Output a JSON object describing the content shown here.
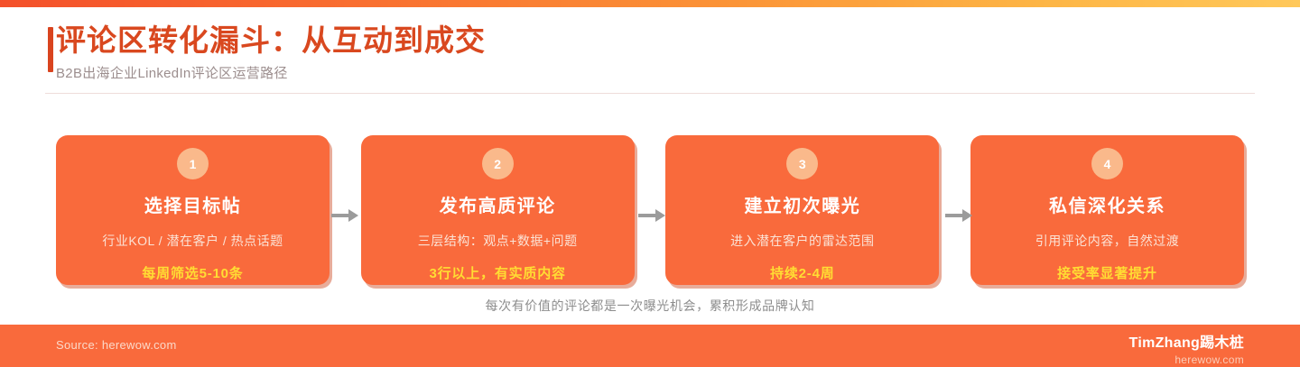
{
  "header": {
    "title": "评论区转化漏斗：从互动到成交",
    "subtitle": "B2B出海企业LinkedIn评论区运营路径",
    "accent_color": "#D9441F"
  },
  "flow": {
    "steps": [
      {
        "number": "1",
        "title": "选择目标帖",
        "description": "行业KOL / 潜在客户 / 热点话题",
        "metric": "每周筛选5-10条"
      },
      {
        "number": "2",
        "title": "发布高质评论",
        "description": "三层结构：观点+数据+问题",
        "metric": "3行以上，有实质内容"
      },
      {
        "number": "3",
        "title": "建立初次曝光",
        "description": "进入潜在客户的雷达范围",
        "metric": "持续2-4周"
      },
      {
        "number": "4",
        "title": "私信深化关系",
        "description": "引用评论内容，自然过渡",
        "metric": "接受率显著提升"
      }
    ],
    "card_color": "#F96A3C",
    "badge_color": "#FAB98B",
    "metric_color": "#FFDD33"
  },
  "caption": "每次有价值的评论都是一次曝光机会，累积形成品牌认知",
  "footer": {
    "source": "Source: herewow.com",
    "brand_name": "TimZhang踢木桩",
    "brand_site": "herewow.com",
    "background": "#F96A3C"
  }
}
